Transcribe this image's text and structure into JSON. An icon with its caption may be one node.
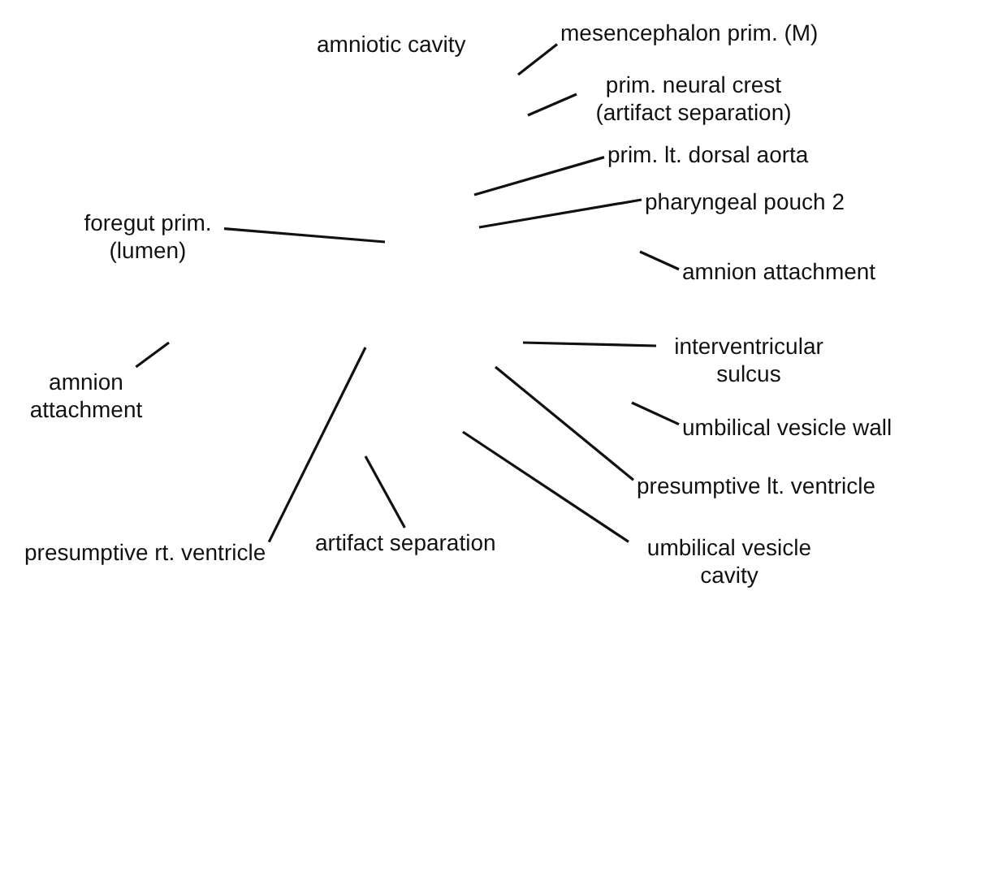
{
  "diagram": {
    "nodes": [
      {
        "text": [
          "mesencephalon prim. (M)"
        ]
      },
      {
        "text": [
          "prim. neural crest (artifact separation)"
        ]
      },
      {
        "text": [
          "prim. lt. dorsal aorta"
        ]
      },
      {
        "text": [
          "pharyngeal pouch 2"
        ]
      },
      {
        "text": [
          "foregut prim. (lumen)"
        ]
      },
      {
        "text": [
          "amnion attachment"
        ]
      },
      {
        "text": [
          "interventricular sulcus"
        ]
      },
      {
        "text": [
          "amnion attachment"
        ]
      },
      {
        "text": [
          "umbilical vesicle wall"
        ]
      },
      {
        "text": [
          "presumptive lt. ventricle"
        ]
      },
      {
        "text": [
          "artifact separation"
        ]
      },
      {
        "text": [
          "umbilical vesicle cavity"
        ]
      },
      {
        "text": [
          "presumptive rt. ventricle"
        ]
      }
    ],
    "edges": [
      {
        "from": 0,
        "to": null,
        "arrow": "none"
      },
      {
        "from": 1,
        "to": null,
        "arrow": "none"
      },
      {
        "from": 2,
        "to": null,
        "arrow": "none"
      },
      {
        "from": 3,
        "to": null,
        "arrow": "none"
      },
      {
        "from": 4,
        "to": null,
        "arrow": "none"
      },
      {
        "from": 5,
        "to": null,
        "arrow": "none"
      },
      {
        "from": 6,
        "to": null,
        "arrow": "none"
      },
      {
        "from": 7,
        "to": null,
        "arrow": "none"
      },
      {
        "from": 8,
        "to": null,
        "arrow": "none"
      },
      {
        "from": 9,
        "to": null,
        "arrow": "none"
      },
      {
        "from": 10,
        "to": null,
        "arrow": "none"
      },
      {
        "from": 11,
        "to": null,
        "arrow": "none"
      },
      {
        "from": 12,
        "to": null,
        "arrow": "none"
      }
    ],
    "labels": [
      "amniotic cavity"
    ]
  }
}
